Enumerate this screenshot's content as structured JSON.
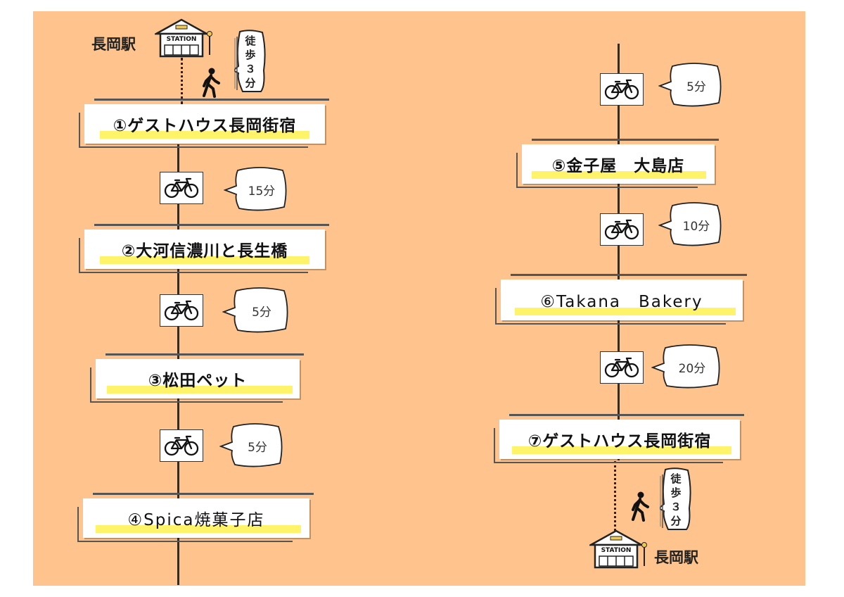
{
  "start": {
    "station_label": "長岡駅",
    "station_sign": "STATION",
    "walk_text": "徒歩３分"
  },
  "end": {
    "station_label": "長岡駅",
    "station_sign": "STATION",
    "walk_text": "徒歩３分"
  },
  "stops": [
    {
      "label": "①ゲストハウス長岡街宿"
    },
    {
      "label": "②大河信濃川と長生橋"
    },
    {
      "label": "③松田ペット"
    },
    {
      "label": "④Spica焼菓子店"
    },
    {
      "label": "⑤金子屋　大島店"
    },
    {
      "label": "⑥Takana　Bakery"
    },
    {
      "label": "⑦ゲストハウス長岡街宿"
    }
  ],
  "legs": [
    {
      "mode": "bicycle-icon",
      "time": "15分"
    },
    {
      "mode": "bicycle-icon",
      "time": "5分"
    },
    {
      "mode": "bicycle-icon",
      "time": "5分"
    },
    {
      "mode": "bicycle-icon",
      "time": "5分"
    },
    {
      "mode": "bicycle-icon",
      "time": "10分"
    },
    {
      "mode": "bicycle-icon",
      "time": "20分"
    }
  ],
  "colors": {
    "background": "#ffc48e",
    "highlight": "#fff469"
  }
}
